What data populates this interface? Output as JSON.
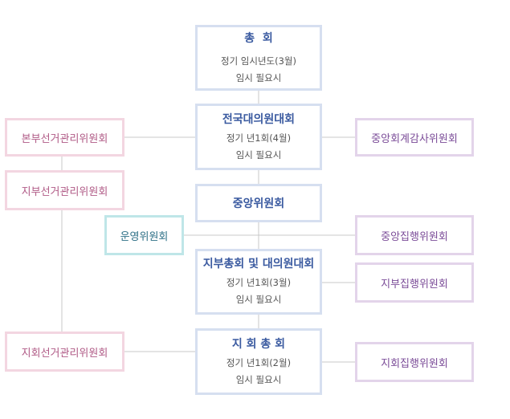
{
  "center": {
    "general_assembly": {
      "title": "총  회",
      "lines": [
        "정기 임시년도(3월)",
        "임시 필요시"
      ]
    },
    "national_congress": {
      "title": "전국대의원대회",
      "lines": [
        "정기 년1회(4월)",
        "임시 필요시"
      ]
    },
    "central_committee": {
      "title": "중앙위원회"
    },
    "branch_assembly": {
      "title": "지부총회 및 대의원대회",
      "lines": [
        "정기 년1회(3월)",
        "임시 필요시"
      ]
    },
    "chapter_assembly": {
      "title": "지 회 총 회",
      "lines": [
        "정기 년1회(2월)",
        "임시 필요시"
      ]
    }
  },
  "left": {
    "hq_election": "본부선거관리위원회",
    "branch_election": "지부선거관리위원회",
    "steering": "운영위원회",
    "chapter_election": "지회선거관리위원회"
  },
  "right": {
    "central_audit": "중앙회계감사위원회",
    "central_exec": "중앙집행위원회",
    "branch_exec": "지부집행위원회",
    "chapter_exec": "지회집행위원회"
  },
  "colors": {
    "center_border": "#d6dff0",
    "pink_border": "#f3d6e1",
    "purple_border": "#e3d4ea",
    "teal_border": "#bfe6e8",
    "line": "#c8c8c8"
  }
}
